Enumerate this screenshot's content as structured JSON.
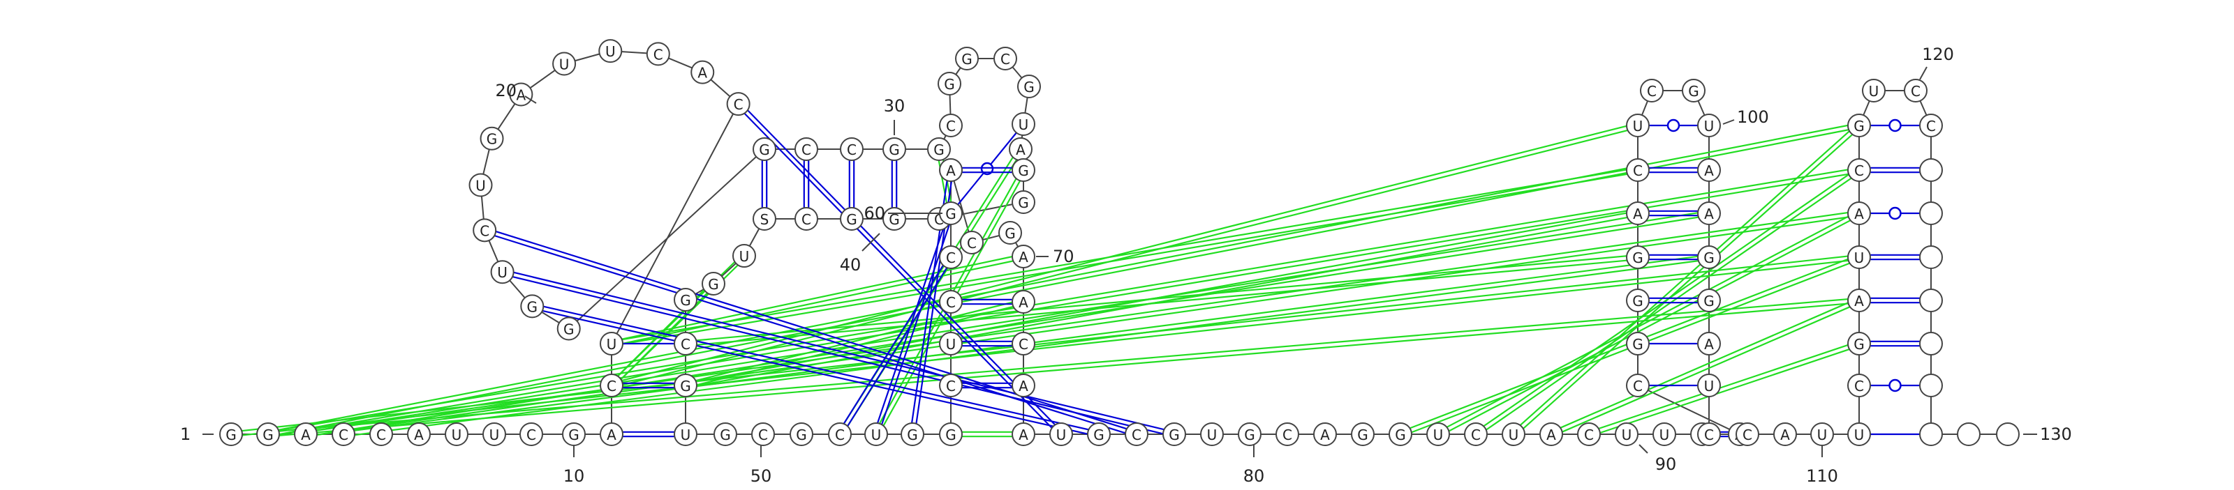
{
  "diagram": {
    "type": "rna-secondary-structure",
    "sequence": [
      "G",
      "G",
      "A",
      "C",
      "C",
      "A",
      "U",
      "U",
      "C",
      "G",
      "A",
      "C",
      "U",
      "C",
      "A",
      "C",
      "U",
      "U",
      "A",
      "G",
      "U",
      "C",
      "U",
      "G",
      "G",
      "G",
      "C",
      "C",
      "G",
      "G",
      "C",
      "G",
      "G",
      "C",
      "G",
      "U",
      "A",
      "G",
      "G",
      "C",
      "G",
      "G",
      "C",
      "S",
      "U",
      "G",
      "G",
      "C",
      "G",
      "U",
      "G",
      "C",
      "G",
      "C",
      "U",
      "G",
      "G",
      "C",
      "U",
      "C",
      "C",
      "G",
      "A",
      "C",
      "G",
      "A",
      "A",
      "C",
      "A",
      "A",
      "U",
      "G",
      "C",
      "G",
      "U",
      "G",
      "C",
      "A",
      "G",
      "G",
      "U",
      "C",
      "U",
      "A",
      "C",
      "U",
      "U",
      "C",
      "A",
      "C",
      "G",
      "G",
      "G",
      "A",
      "C",
      "U",
      "C",
      "G",
      "U",
      "A",
      "A",
      "G",
      "G",
      "A",
      "U",
      "C",
      "C",
      "A",
      "U",
      "U",
      "C",
      "G",
      "A",
      "U",
      "A",
      "C",
      "G",
      "U",
      "C",
      "C"
    ],
    "number_labels": [
      "1",
      "10",
      "20",
      "30",
      "40",
      "50",
      "60",
      "70",
      "80",
      "90",
      "100",
      "110",
      "120",
      "130"
    ],
    "colors": {
      "canonical_pair": "#0000d8",
      "pseudoknot_pair": "#22dd22",
      "backbone": "#444444"
    }
  }
}
